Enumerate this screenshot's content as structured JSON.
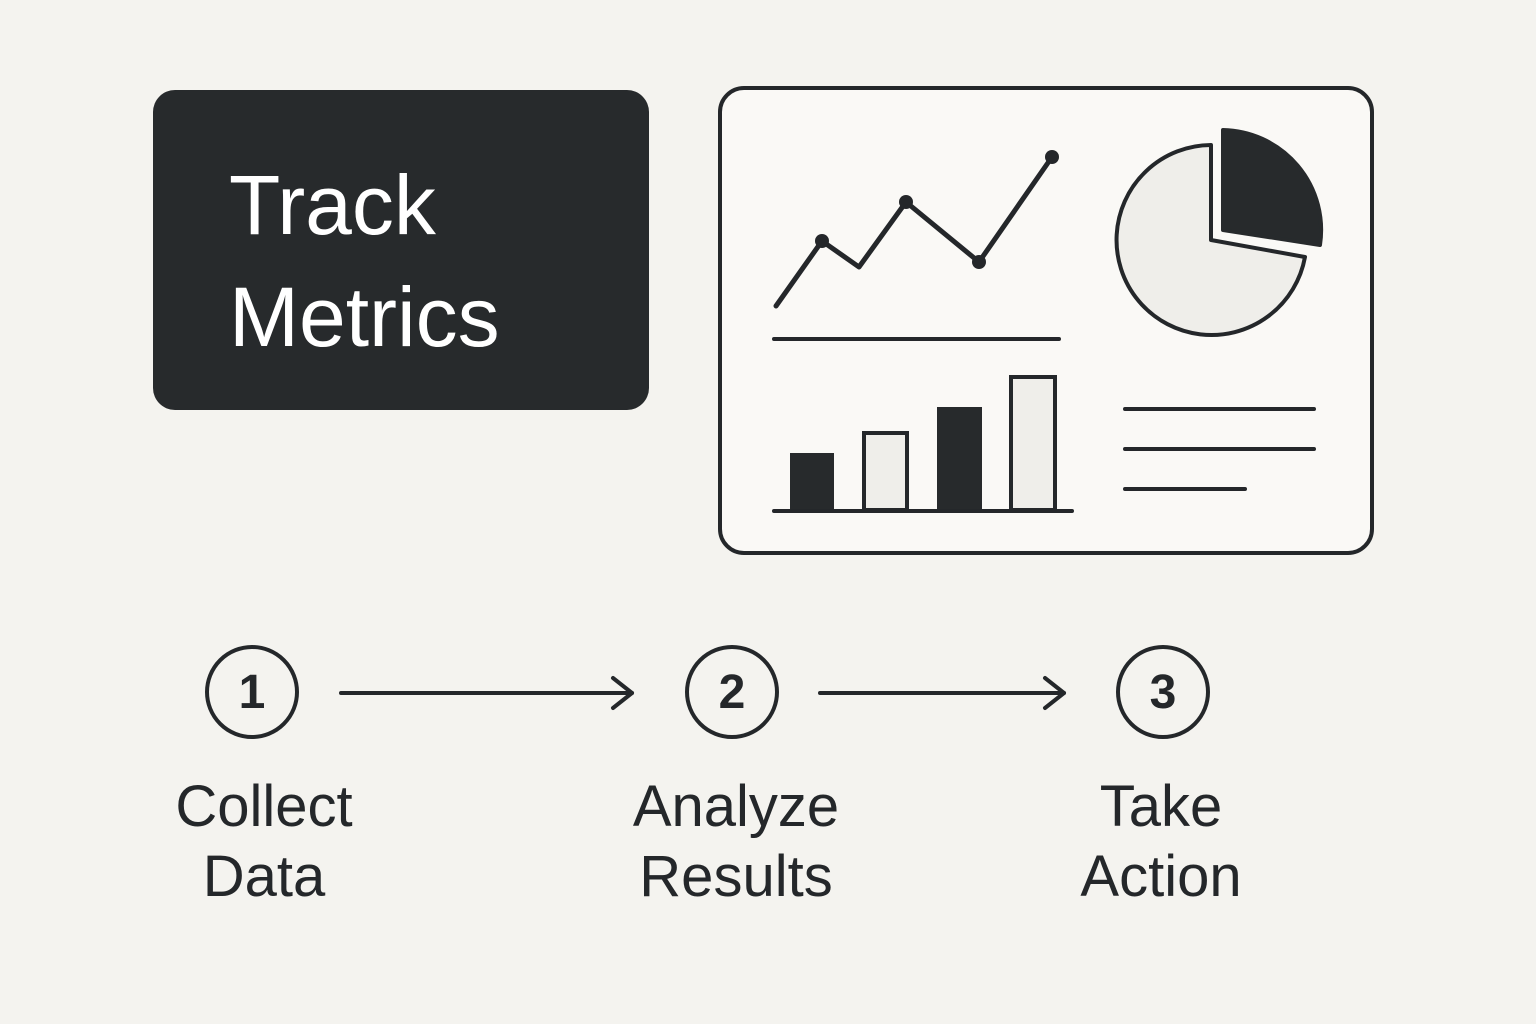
{
  "title": {
    "line1": "Track",
    "line2": "Metrics"
  },
  "steps": [
    {
      "number": "1",
      "line1": "Collect",
      "line2": "Data"
    },
    {
      "number": "2",
      "line1": "Analyze",
      "line2": "Results"
    },
    {
      "number": "3",
      "line1": "Take",
      "line2": "Action"
    }
  ],
  "colors": {
    "background": "#f4f3ef",
    "ink": "#24272a",
    "card": "#272a2c",
    "light_fill": "#efeeea",
    "panel_fill": "#faf9f6"
  }
}
